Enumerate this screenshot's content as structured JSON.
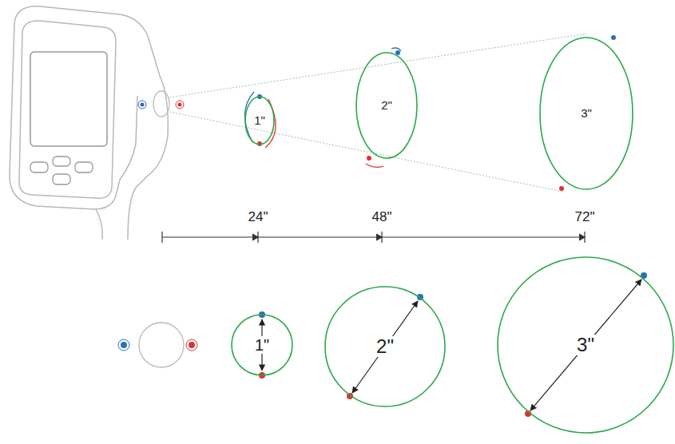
{
  "diagram": {
    "nodes": [
      {
        "text": [
          "1\""
        ]
      },
      {
        "text": [
          "2\""
        ]
      },
      {
        "text": [
          "3\""
        ]
      },
      {
        "text": [
          "1\""
        ]
      },
      {
        "text": [
          "2\""
        ]
      },
      {
        "text": [
          "3\""
        ]
      }
    ],
    "labels": [
      "24\"",
      "48\"",
      "72\""
    ]
  }
}
